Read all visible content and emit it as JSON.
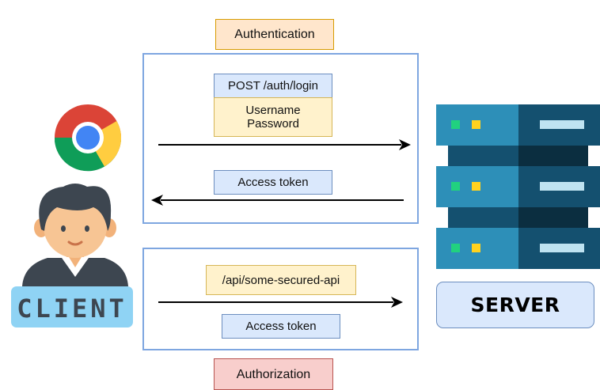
{
  "labels": {
    "authentication": "Authentication",
    "post_login": "POST /auth/login",
    "credentials_user": "Username",
    "credentials_pass": "Password",
    "access_token_response": "Access token",
    "secured_api": "/api/some-secured-api",
    "access_token_request": "Access token",
    "authorization": "Authorization",
    "server": "SERVER",
    "client": "CLIENT"
  },
  "colors": {
    "frame_border": "#7ea6e0",
    "orange_fill": "#ffe6cc",
    "orange_border": "#d79b00",
    "blue_fill": "#dae8fc",
    "blue_border": "#6c8ebf",
    "yellow_fill": "#fff2cc",
    "yellow_border": "#d6b656",
    "red_fill": "#f8cecc",
    "red_border": "#b85450"
  }
}
